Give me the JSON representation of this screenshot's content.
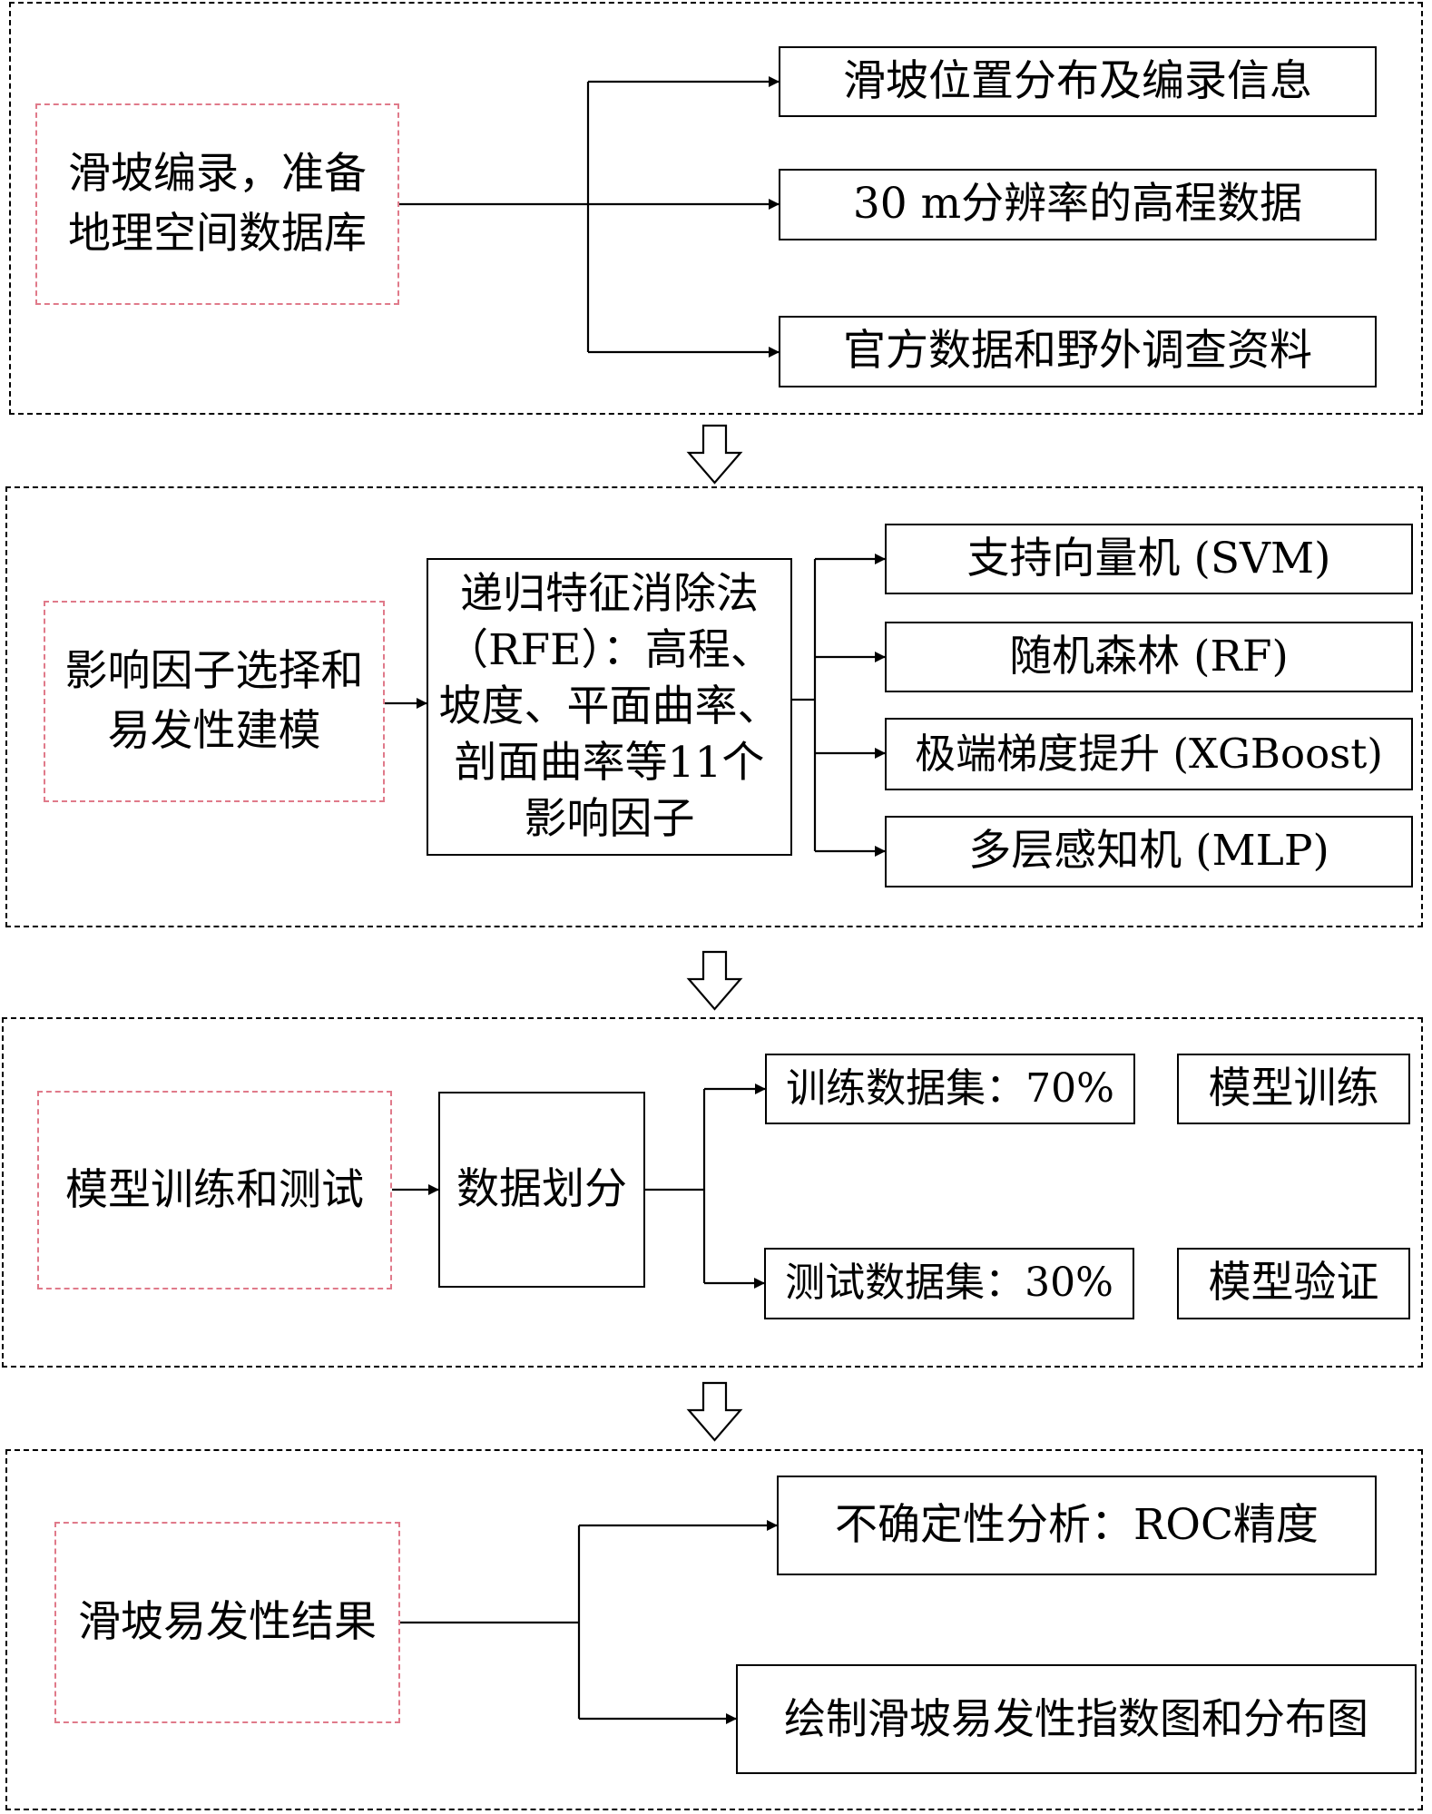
{
  "stage1": {
    "source": "滑坡编录，准备地理空间数据库",
    "outputs": [
      "滑坡位置分布及编录信息",
      "30 m分辨率的高程数据",
      "官方数据和野外调查资料"
    ]
  },
  "stage2": {
    "source": "影响因子选择和易发性建模",
    "middle": "递归特征消除法（RFE）：高程、坡度、平面曲率、剖面曲率等11个影响因子",
    "models": [
      "支持向量机 (SVM)",
      "随机森林 (RF)",
      "极端梯度提升 (XGBoost)",
      "多层感知机 (MLP)"
    ]
  },
  "stage3": {
    "source": "模型训练和测试",
    "middle": "数据划分",
    "train_set": "训练数据集：70%",
    "test_set": "测试数据集：30%",
    "train_step": "模型训练",
    "validate_step": "模型验证"
  },
  "stage4": {
    "source": "滑坡易发性结果",
    "outputs": [
      "不确定性分析：ROC精度",
      "绘制滑坡易发性指数图和分布图"
    ]
  }
}
